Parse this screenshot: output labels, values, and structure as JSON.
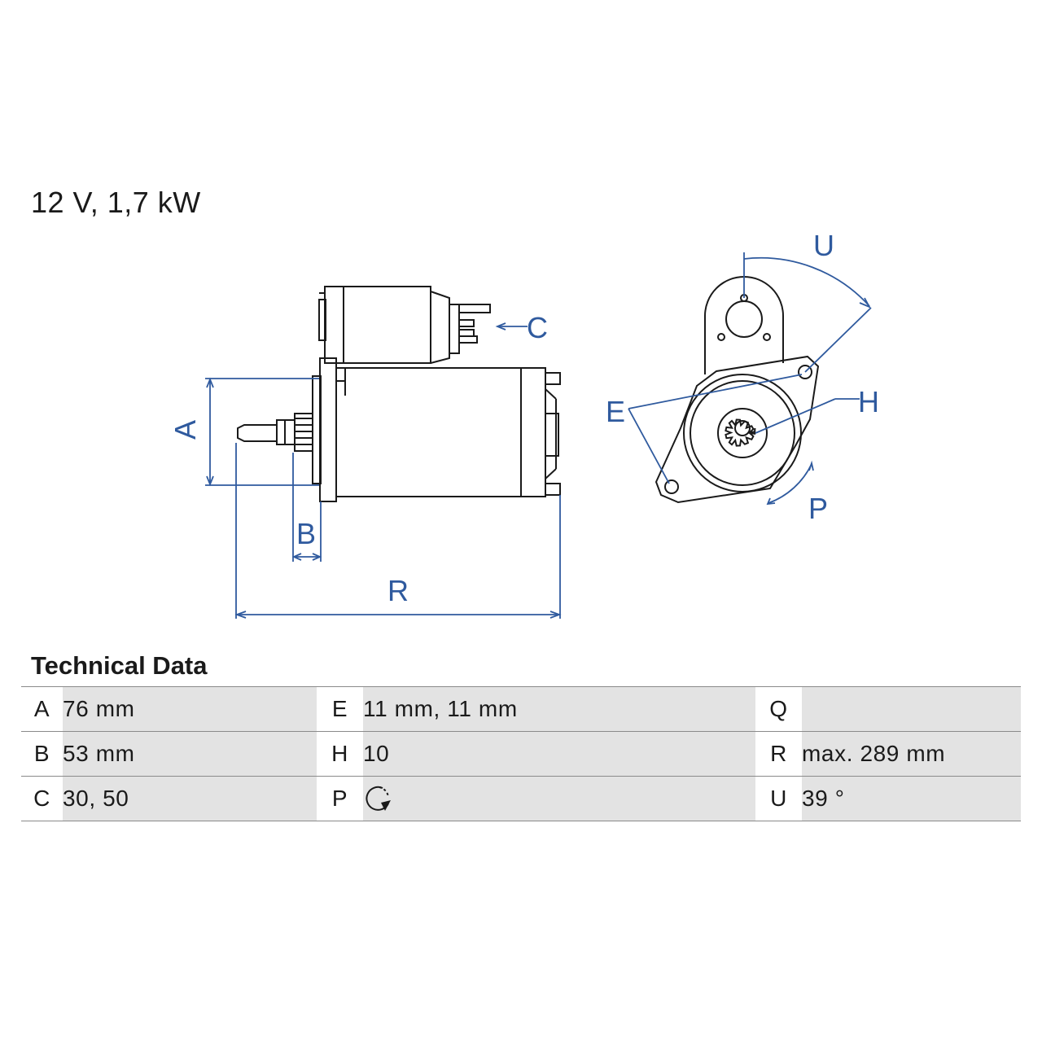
{
  "spec_title": "12 V, 1,7 kW",
  "diagram_labels": {
    "A": "A",
    "B": "B",
    "C": "C",
    "E": "E",
    "H": "H",
    "P": "P",
    "R": "R",
    "U": "U"
  },
  "section_title": "Technical Data",
  "table": {
    "rows": [
      {
        "k1": "A",
        "v1": "76 mm",
        "k2": "E",
        "v2": "11 mm, 11 mm",
        "k3": "Q",
        "v3": ""
      },
      {
        "k1": "B",
        "v1": "53 mm",
        "k2": "H",
        "v2": "10",
        "k3": "R",
        "v3": "max. 289 mm"
      },
      {
        "k1": "C",
        "v1": "30, 50",
        "k2": "P",
        "v2_icon": "clockwise-rotation-icon",
        "k3": "U",
        "v3": "39 °"
      }
    ]
  },
  "colors": {
    "drawing_line": "#1a1a1a",
    "dimension_line": "#2f5a9e",
    "value_cell": "#e3e3e3"
  }
}
